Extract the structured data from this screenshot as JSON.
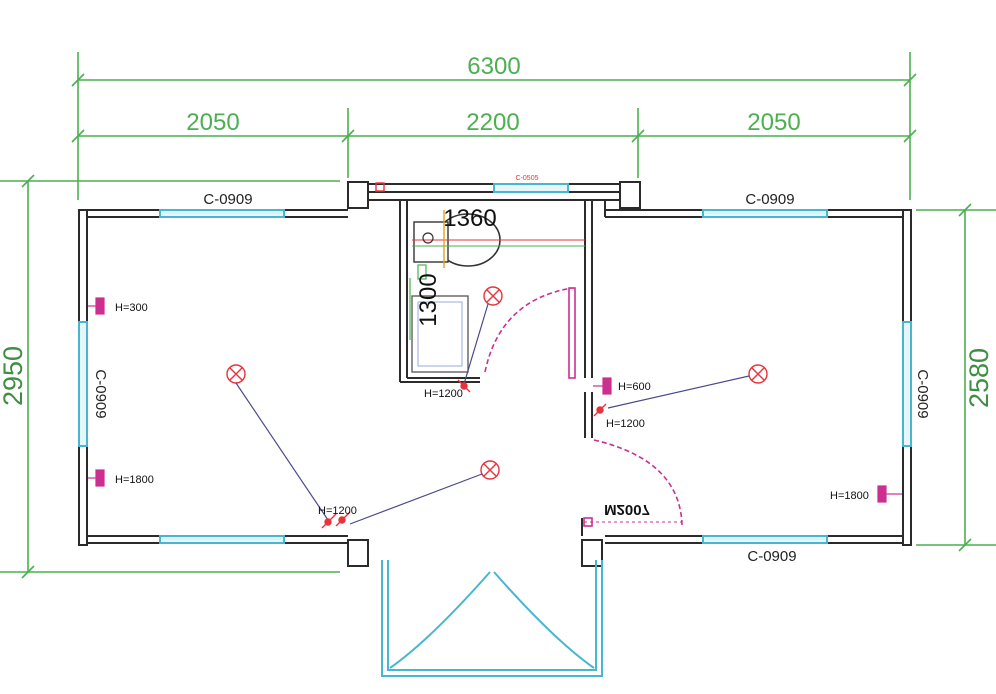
{
  "dimensions": {
    "overall_width": "6300",
    "left_width": "2050",
    "center_width": "2200",
    "right_width": "2050",
    "overall_depth": "2950",
    "right_depth": "2580",
    "toilet_width": "1360",
    "toilet_depth": "1300"
  },
  "windows": {
    "top_left": "C-0909",
    "top_right": "C-0909",
    "left_wall": "C-0909",
    "right_wall": "C-0909",
    "bottom_right": "C-0909",
    "bathroom_small": "C-0505"
  },
  "door_code": "M2007",
  "heights": {
    "socket_left_top": "H=300",
    "socket_left_bottom": "H=1800",
    "socket_center": "H=600",
    "switch_center": "H=1200",
    "socket_right": "H=1800",
    "switch_bathroom": "H=1200",
    "switch_bottom": "H=1200"
  },
  "colors": {
    "wall": "#2b2b2b",
    "dimension": "#4caf50",
    "window": "#49b6cf",
    "wiring": "#e8323c",
    "socket": "#cc2f8f"
  }
}
